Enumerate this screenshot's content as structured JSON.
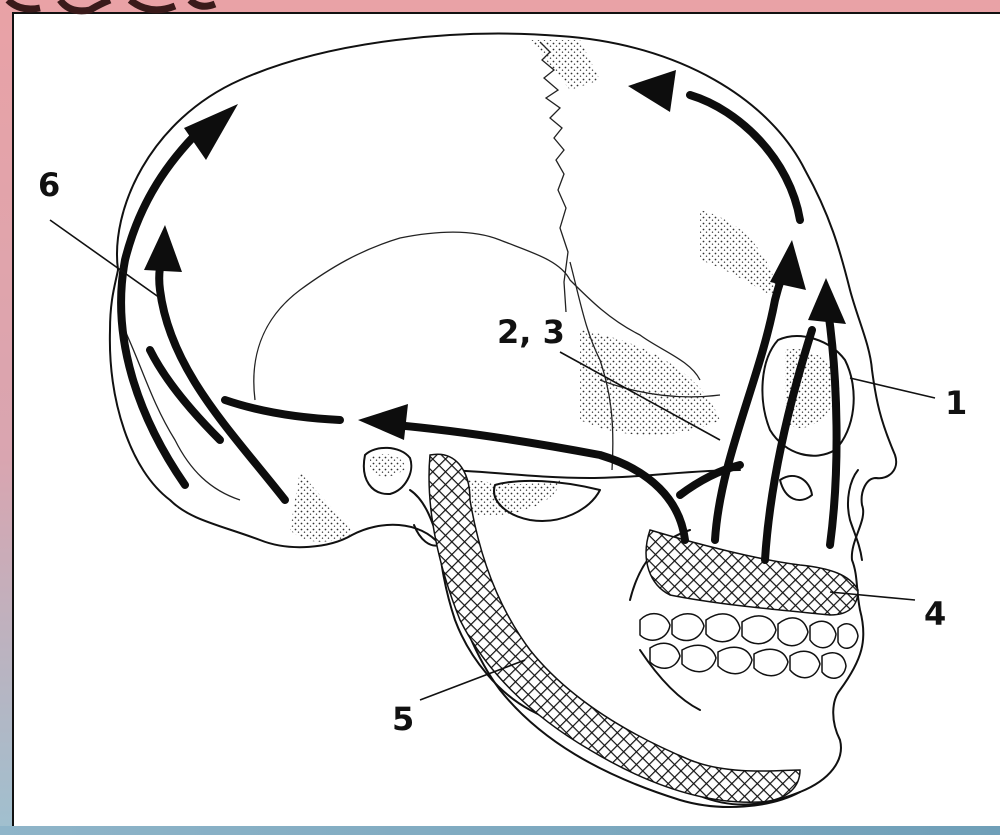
{
  "labels": {
    "l1": "1",
    "l23": "2, 3",
    "l4": "4",
    "l5": "5",
    "l6": "6"
  }
}
